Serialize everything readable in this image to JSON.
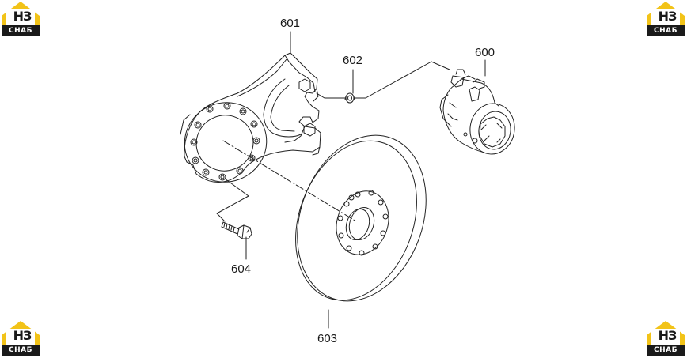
{
  "logos": {
    "top_left": {
      "text_top": "НЗ",
      "text_bottom": "СНАБ"
    },
    "top_right": {
      "text_top": "НЗ",
      "text_bottom": "СНАБ"
    },
    "bottom_left": {
      "text_top": "НЗ",
      "text_bottom": "СНАБ"
    },
    "bottom_right": {
      "text_top": "НЗ",
      "text_bottom": "СНАБ"
    }
  },
  "callouts": {
    "p600": "600",
    "p601": "601",
    "p602": "602",
    "p603": "603",
    "p604": "604"
  },
  "colors": {
    "line": "#222222",
    "logo_yellow": "#f2c318",
    "logo_dark": "#1a1a1a"
  }
}
